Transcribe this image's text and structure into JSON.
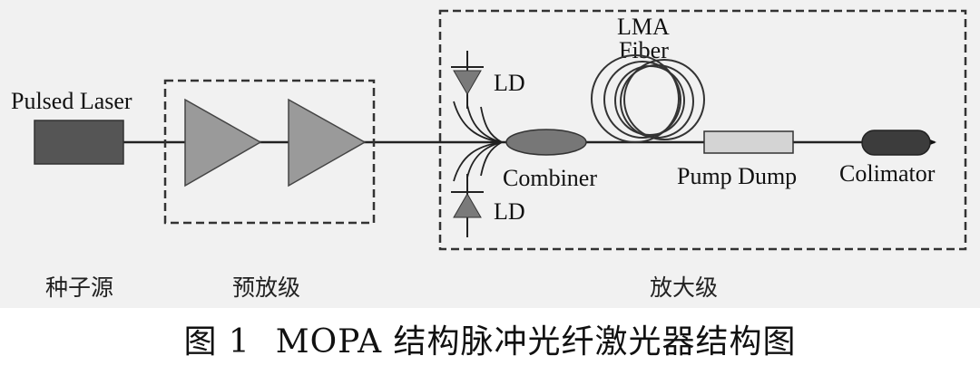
{
  "labels": {
    "pulsed_laser": "Pulsed Laser",
    "ld_top": "LD",
    "ld_bottom": "LD",
    "lma_line1": "LMA",
    "lma_line2": "Fiber",
    "combiner": "Combiner",
    "pump_dump": "Pump Dump",
    "collimator": "Colimator"
  },
  "sections": {
    "seed": "种子源",
    "preamp": "预放级",
    "amp": "放大级"
  },
  "caption": {
    "number": "图 1",
    "title": "MOPA 结构脉冲光纤激光器结构图"
  },
  "colors": {
    "background": "#f1f1f1",
    "laser_block": "#555555",
    "amplifier": "#9a9a9a",
    "combiner": "#777777",
    "pump_dump": "#d4d4d4",
    "collimator": "#3c3c3c",
    "line": "#222222"
  }
}
